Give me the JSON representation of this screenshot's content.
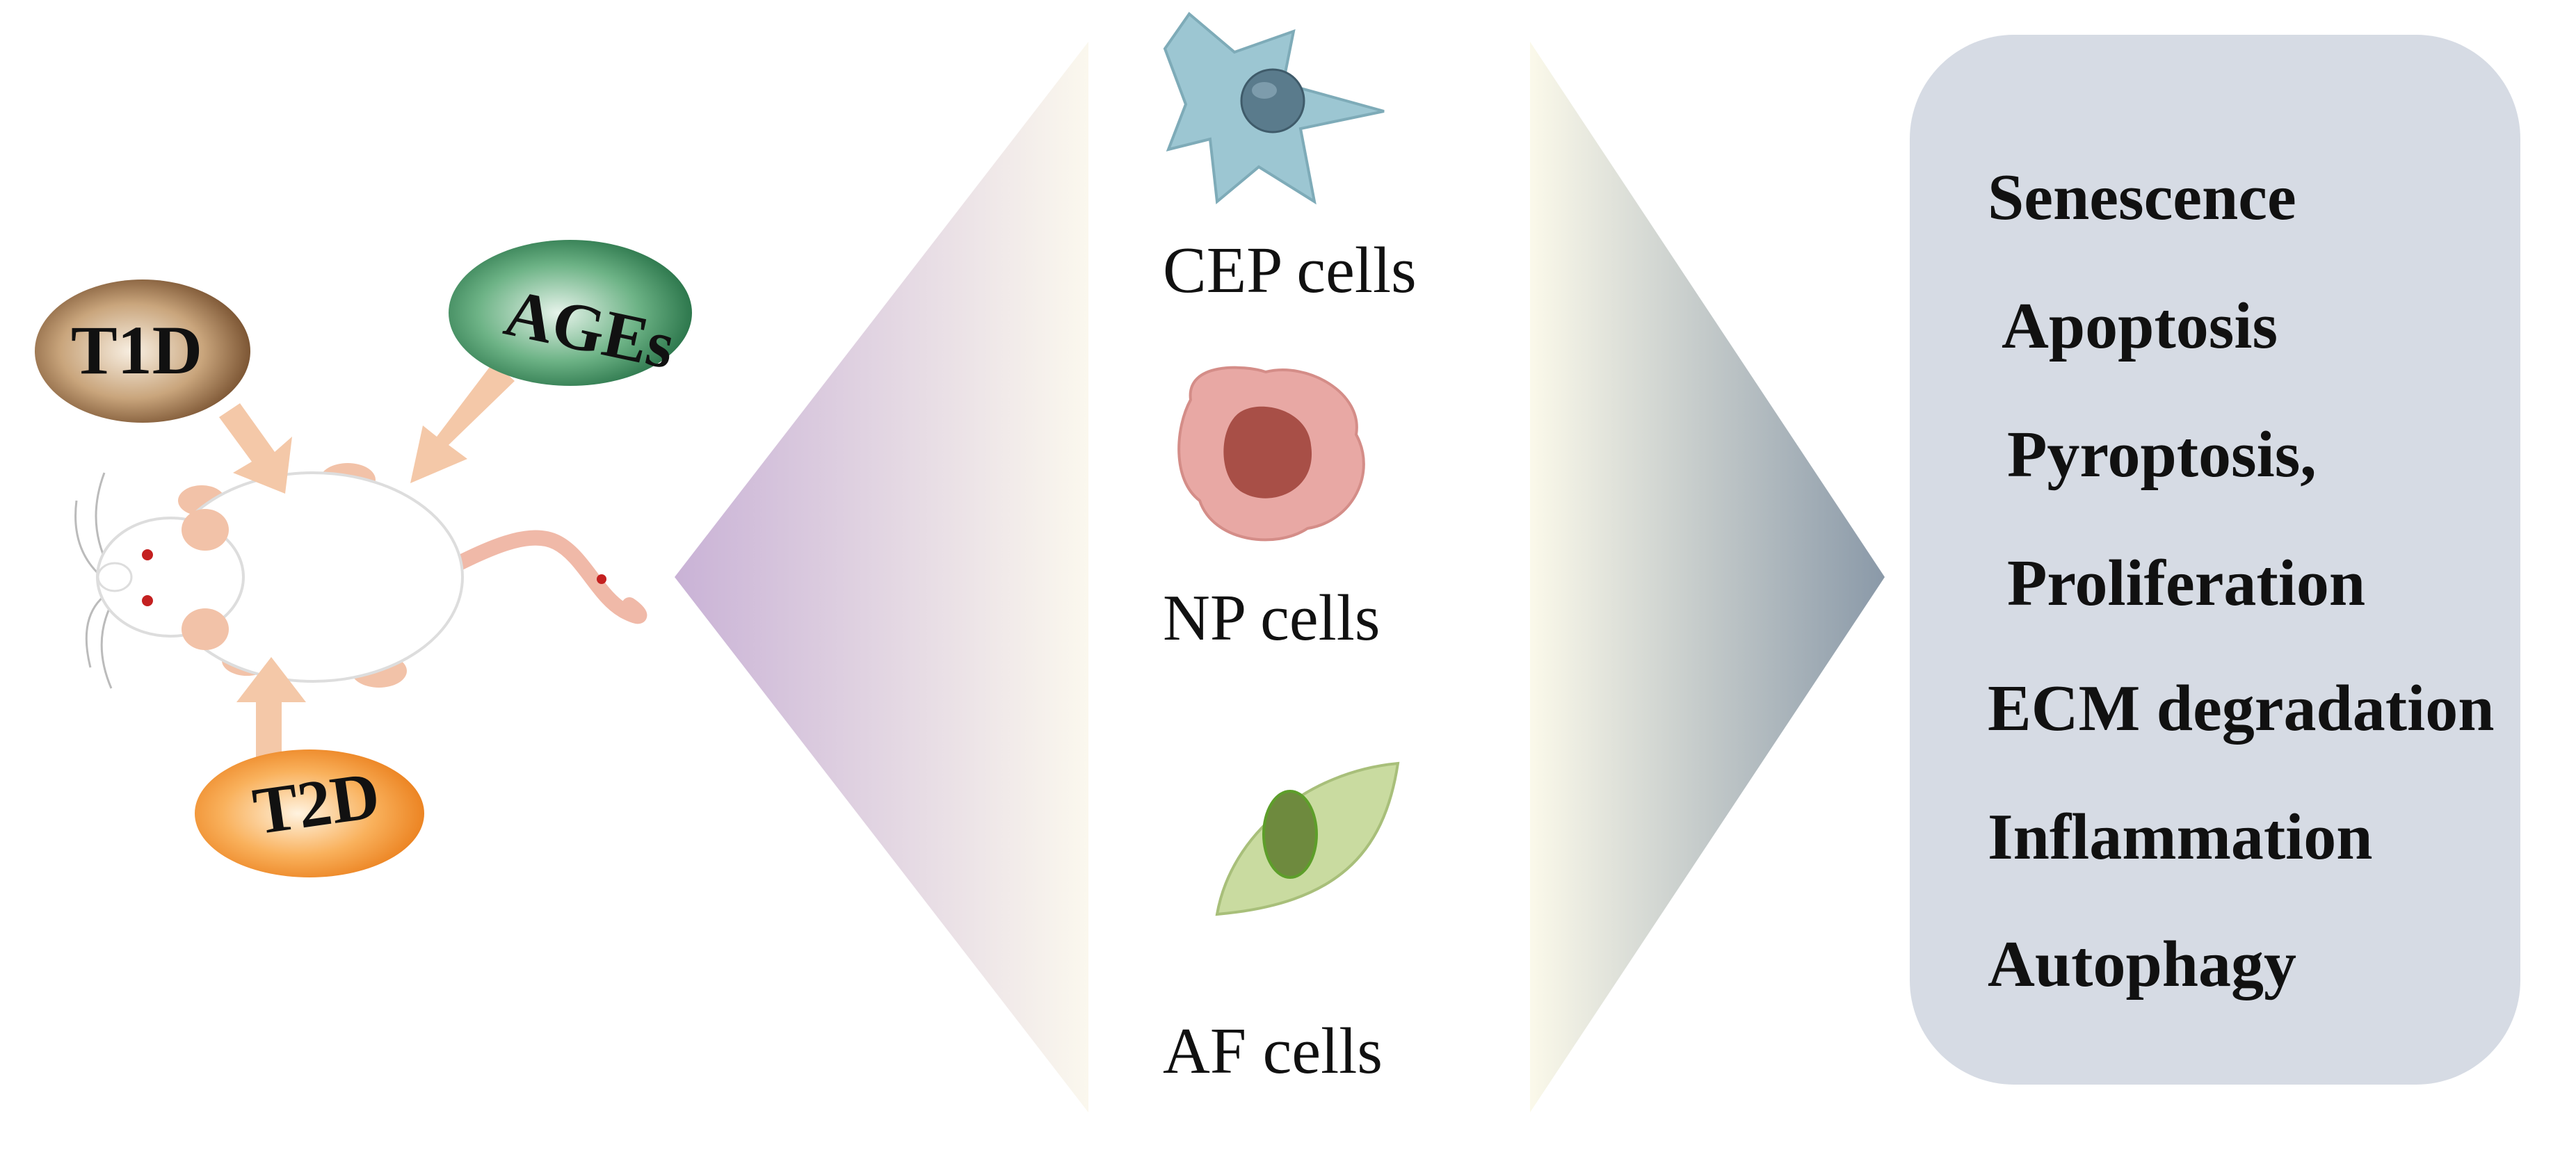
{
  "factors": {
    "t1d": "T1D",
    "ages": "AGEs",
    "t2d": "T2D"
  },
  "cells": {
    "cep": "CEP cells",
    "np": "NP cells",
    "af": "AF cells"
  },
  "effects": [
    "Senescence",
    "Apoptosis",
    "Pyroptosis,",
    "Proliferation",
    "ECM degradation",
    "Inflammation",
    "Autophagy"
  ],
  "colors": {
    "t1d": "#7a5530",
    "ages": "#2f7a4e",
    "t2d": "#f39a3a",
    "arrow": "#f4c8a8",
    "left_diamond": "#c9b2d6",
    "right_diamond": "#8a99a8",
    "panel": "#d6dbe4",
    "cep_cell": "#9cc6d2",
    "np_cell": "#e8a8a4",
    "af_cell": "#c9dba0"
  },
  "icons": {
    "rat": "rat-illustration",
    "cep": "stellate-cell-icon",
    "np": "round-cell-icon",
    "af": "spindle-cell-icon"
  }
}
